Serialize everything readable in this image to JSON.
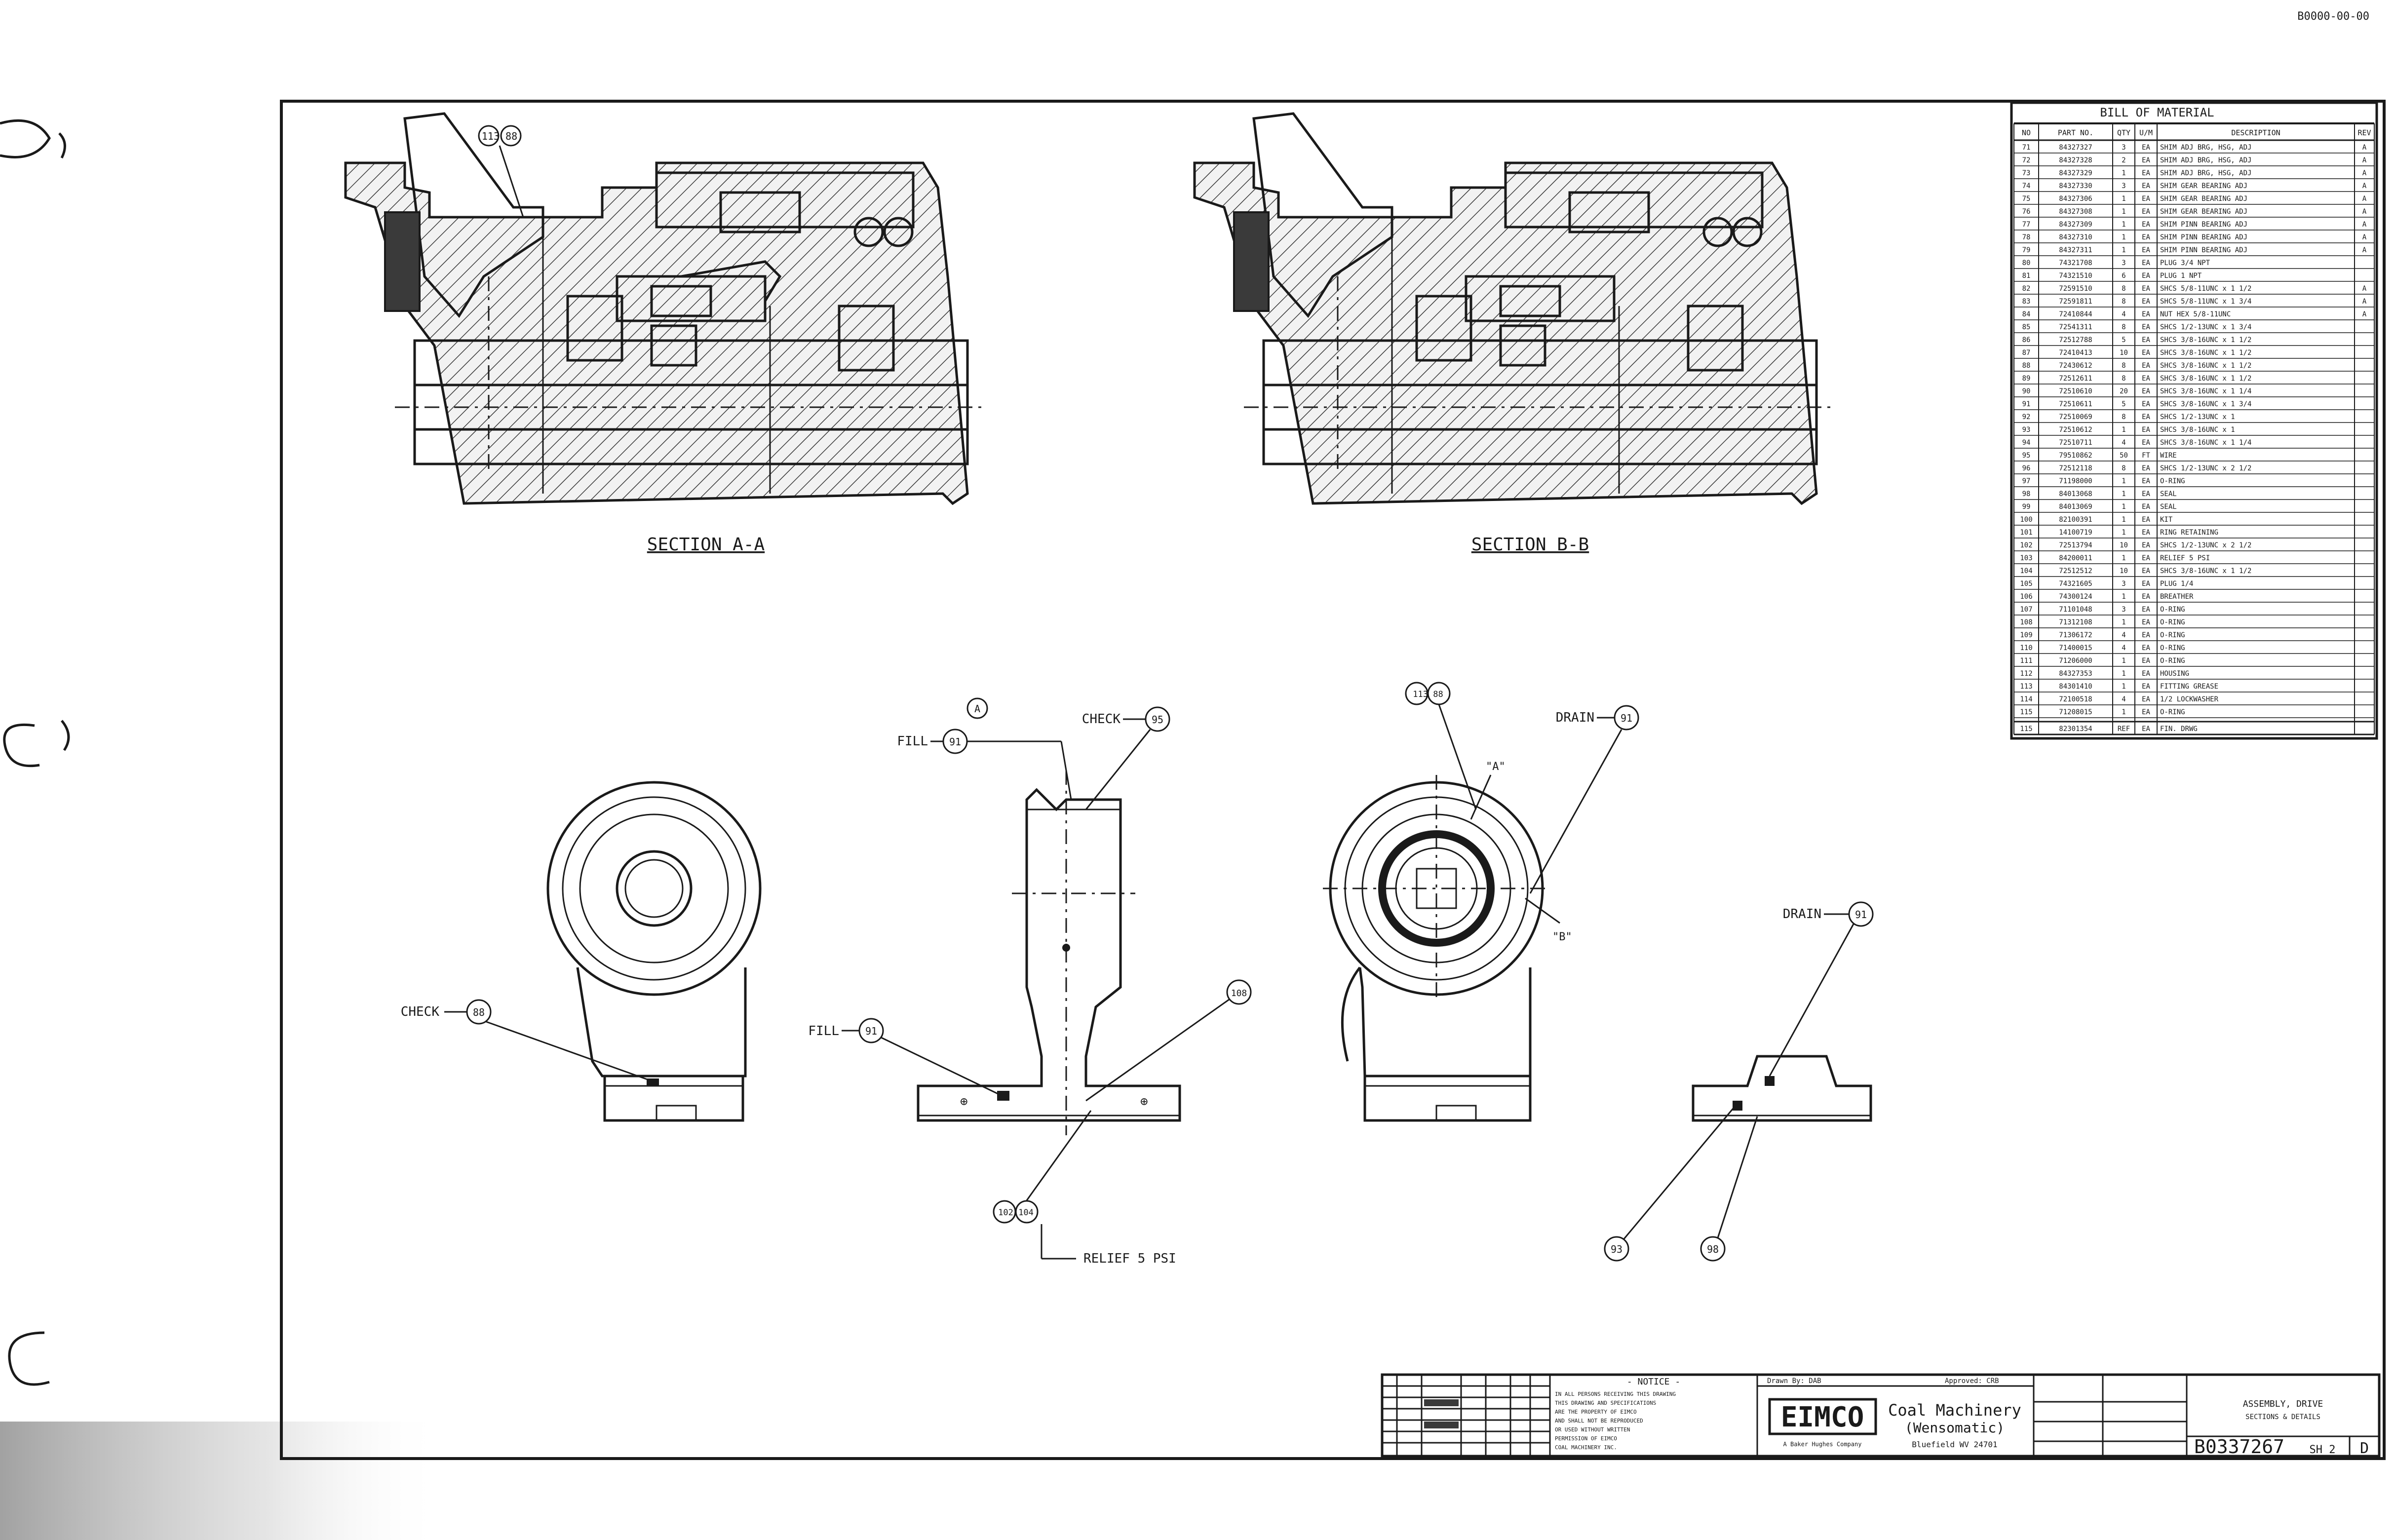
{
  "doc_id": "B0000-00-00",
  "views": {
    "section_a": "SECTION A-A",
    "section_b": "SECTION B-B",
    "view_mark": "A"
  },
  "callouts": {
    "top_a": "113 88",
    "fill_1": "FILL",
    "fill_1_num": "91",
    "check_1": "CHECK",
    "check_1_num": "95",
    "check_2": "CHECK",
    "check_2_num": "88",
    "fill_2": "FILL",
    "fill_2_num": "91",
    "num_108": "108",
    "relief_nums": "102 104",
    "relief": "RELIEF 5 PSI",
    "drain_1": "DRAIN",
    "drain_1_num": "91",
    "drain_2": "DRAIN",
    "drain_2_num": "91",
    "top_c": "113 88",
    "bottom_1": "93",
    "bottom_2": "98",
    "label_a": "\"A\"",
    "label_b": "\"B\""
  },
  "bom": {
    "title": "BILL OF MATERIAL",
    "headers": [
      "NO",
      "PART NO.",
      "QTY",
      "U/M",
      "DESCRIPTION",
      "REV"
    ],
    "rows": [
      [
        "71",
        "84327327",
        "3",
        "EA",
        "SHIM ADJ BRG, HSG, ADJ",
        "A"
      ],
      [
        "72",
        "84327328",
        "2",
        "EA",
        "SHIM ADJ BRG, HSG, ADJ",
        "A"
      ],
      [
        "73",
        "84327329",
        "1",
        "EA",
        "SHIM ADJ BRG, HSG, ADJ",
        "A"
      ],
      [
        "74",
        "84327330",
        "3",
        "EA",
        "SHIM GEAR BEARING ADJ",
        "A"
      ],
      [
        "75",
        "84327306",
        "1",
        "EA",
        "SHIM GEAR BEARING ADJ",
        "A"
      ],
      [
        "76",
        "84327308",
        "1",
        "EA",
        "SHIM GEAR BEARING ADJ",
        "A"
      ],
      [
        "77",
        "84327309",
        "1",
        "EA",
        "SHIM PINN BEARING ADJ",
        "A"
      ],
      [
        "78",
        "84327310",
        "1",
        "EA",
        "SHIM PINN BEARING ADJ",
        "A"
      ],
      [
        "79",
        "84327311",
        "1",
        "EA",
        "SHIM PINN BEARING ADJ",
        "A"
      ],
      [
        "80",
        "74321708",
        "3",
        "EA",
        "PLUG 3/4 NPT",
        ""
      ],
      [
        "81",
        "74321510",
        "6",
        "EA",
        "PLUG 1 NPT",
        ""
      ],
      [
        "82",
        "72591510",
        "8",
        "EA",
        "SHCS 5/8-11UNC x 1 1/2",
        "A"
      ],
      [
        "83",
        "72591811",
        "8",
        "EA",
        "SHCS 5/8-11UNC x 1 3/4",
        "A"
      ],
      [
        "84",
        "72410844",
        "4",
        "EA",
        "NUT HEX 5/8-11UNC",
        "A"
      ],
      [
        "85",
        "72541311",
        "8",
        "EA",
        "SHCS 1/2-13UNC x 1 3/4",
        ""
      ],
      [
        "86",
        "72512788",
        "5",
        "EA",
        "SHCS 3/8-16UNC x 1 1/2",
        ""
      ],
      [
        "87",
        "72410413",
        "10",
        "EA",
        "SHCS 3/8-16UNC x 1 1/2",
        ""
      ],
      [
        "88",
        "72430612",
        "8",
        "EA",
        "SHCS 3/8-16UNC x 1 1/2",
        ""
      ],
      [
        "89",
        "72512611",
        "8",
        "EA",
        "SHCS 3/8-16UNC x 1 1/2",
        ""
      ],
      [
        "90",
        "72510610",
        "20",
        "EA",
        "SHCS 3/8-16UNC x 1 1/4",
        ""
      ],
      [
        "91",
        "72510611",
        "5",
        "EA",
        "SHCS 3/8-16UNC x 1 3/4",
        ""
      ],
      [
        "92",
        "72510069",
        "8",
        "EA",
        "SHCS 1/2-13UNC x 1",
        ""
      ],
      [
        "93",
        "72510612",
        "1",
        "EA",
        "SHCS 3/8-16UNC x 1",
        ""
      ],
      [
        "94",
        "72510711",
        "4",
        "EA",
        "SHCS 3/8-16UNC x 1 1/4",
        ""
      ],
      [
        "95",
        "79510862",
        "50",
        "FT",
        "WIRE",
        ""
      ],
      [
        "96",
        "72512118",
        "8",
        "EA",
        "SHCS 1/2-13UNC x 2 1/2",
        ""
      ],
      [
        "97",
        "71198000",
        "1",
        "EA",
        "O-RING",
        ""
      ],
      [
        "98",
        "84013068",
        "1",
        "EA",
        "SEAL",
        ""
      ],
      [
        "99",
        "84013069",
        "1",
        "EA",
        "SEAL",
        ""
      ],
      [
        "100",
        "82100391",
        "1",
        "EA",
        "KIT",
        ""
      ],
      [
        "101",
        "14100719",
        "1",
        "EA",
        "RING RETAINING",
        ""
      ],
      [
        "102",
        "72513794",
        "10",
        "EA",
        "SHCS 1/2-13UNC x 2 1/2",
        ""
      ],
      [
        "103",
        "84200011",
        "1",
        "EA",
        "RELIEF 5 PSI",
        ""
      ],
      [
        "104",
        "72512512",
        "10",
        "EA",
        "SHCS 3/8-16UNC x 1 1/2",
        ""
      ],
      [
        "105",
        "74321605",
        "3",
        "EA",
        "PLUG 1/4",
        ""
      ],
      [
        "106",
        "74300124",
        "1",
        "EA",
        "BREATHER",
        ""
      ],
      [
        "107",
        "71101048",
        "3",
        "EA",
        "O-RING",
        ""
      ],
      [
        "108",
        "71312108",
        "1",
        "EA",
        "O-RING",
        ""
      ],
      [
        "109",
        "71306172",
        "4",
        "EA",
        "O-RING",
        ""
      ],
      [
        "110",
        "71400015",
        "4",
        "EA",
        "O-RING",
        ""
      ],
      [
        "111",
        "71206000",
        "1",
        "EA",
        "O-RING",
        ""
      ],
      [
        "112",
        "84327353",
        "1",
        "EA",
        "HOUSING",
        ""
      ],
      [
        "113",
        "84301410",
        "1",
        "EA",
        "FITTING GREASE",
        ""
      ],
      [
        "114",
        "72100518",
        "4",
        "EA",
        "1/2 LOCKWASHER",
        ""
      ],
      [
        "115",
        "71208015",
        "1",
        "EA",
        "O-RING",
        ""
      ]
    ],
    "footer_row": [
      "115",
      "82301354",
      "REF",
      "EA",
      "FIN. DRWG",
      ""
    ]
  },
  "title_block": {
    "notice_title": "- NOTICE -",
    "notice_text": [
      "IN ALL PERSONS RECEIVING THIS DRAWING",
      "THIS DRAWING AND SPECIFICATIONS",
      "ARE THE PROPERTY OF EIMCO",
      "AND SHALL NOT BE REPRODUCED",
      "OR USED WITHOUT WRITTEN",
      "PERMISSION OF EIMCO",
      "COAL MACHINERY INC."
    ],
    "drawn_by": "Drawn By: DAB",
    "approved": "Approved: CRB",
    "logo": "EIMCO",
    "logo_sub": "A Baker Hughes Company",
    "company": "Coal Machinery",
    "company_sub": "(Wensomatic)",
    "location": "Bluefield WV 24701",
    "part_title": "ASSEMBLY, DRIVE",
    "part_sub": "SECTIONS & DETAILS",
    "dwg_no": "B0337267",
    "sheet": "SH 2",
    "rev": "D"
  }
}
